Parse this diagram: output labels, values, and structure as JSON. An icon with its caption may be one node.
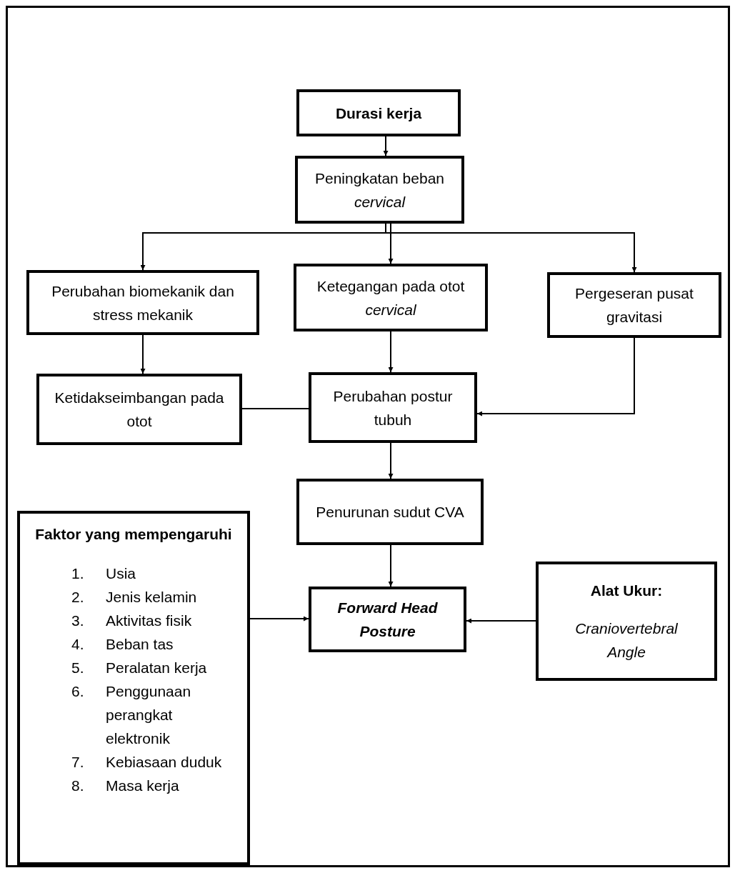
{
  "diagram": {
    "nodes": [
      {
        "text": [
          "Durasi kerja"
        ]
      },
      {
        "text": [
          "Peningkatan beban *cervical*"
        ]
      },
      {
        "text": [
          "Perubahan biomekanik dan stress mekanik"
        ]
      },
      {
        "text": [
          "Ketegangan pada otot *cervical*"
        ]
      },
      {
        "text": [
          "Pergeseran pusat gravitasi"
        ]
      },
      {
        "text": [
          "Ketidakseimbangan pada otot"
        ]
      },
      {
        "text": [
          "Perubahan postur tubuh"
        ]
      },
      {
        "text": [
          "Penurunan sudut CVA"
        ]
      },
      {
        "text": [
          "Faktor yang mempengaruhi",
          "1. Usia",
          "2. Jenis kelamin",
          "3. Aktivitas fisik",
          "4. Beban tas",
          "5. Peralatan kerja",
          "6. Penggunaan perangkat elektronik",
          "7. Kebiasaan duduk",
          "8. Masa kerja"
        ]
      },
      {
        "text": [
          "Forward Head Posture"
        ]
      },
      {
        "text": [
          "Alat Ukur:",
          "Craniovertebral Angle"
        ]
      }
    ],
    "edges": [
      {
        "from": 0,
        "to": 1,
        "arrow": "to"
      },
      {
        "from": 1,
        "to": 2,
        "arrow": "to"
      },
      {
        "from": 1,
        "to": 3,
        "arrow": "to"
      },
      {
        "from": 1,
        "to": 4,
        "arrow": "to"
      },
      {
        "from": 2,
        "to": 5,
        "arrow": "to"
      },
      {
        "from": 3,
        "to": 6,
        "arrow": "to"
      },
      {
        "from": 4,
        "to": 6,
        "arrow": "to"
      },
      {
        "from": 5,
        "to": 6,
        "arrow": "none"
      },
      {
        "from": 6,
        "to": 7,
        "arrow": "to"
      },
      {
        "from": 7,
        "to": 9,
        "arrow": "to"
      },
      {
        "from": 8,
        "to": 9,
        "arrow": "to"
      },
      {
        "from": 10,
        "to": 9,
        "arrow": "to"
      }
    ]
  }
}
